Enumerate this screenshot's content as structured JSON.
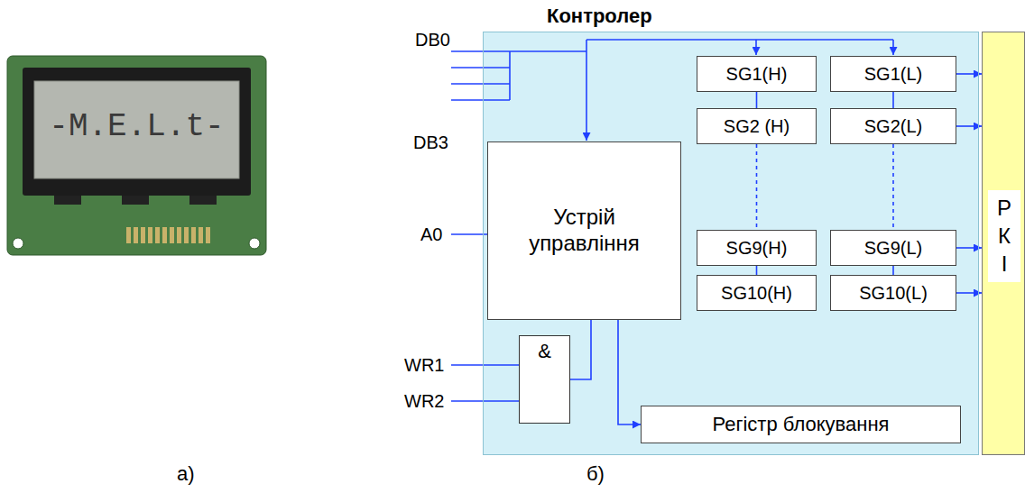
{
  "diagram": {
    "nodes": [
      {
        "text": [
          "Контролер"
        ]
      },
      {
        "text": [
          "SG1(H)"
        ],
        "in": 0
      },
      {
        "text": [
          "SG1(L)"
        ],
        "in": 0
      },
      {
        "text": [
          "Устрій управління"
        ],
        "in": 0
      },
      {
        "text": [
          "SG2 (H)"
        ],
        "in": 0
      },
      {
        "text": [
          "SG2(L)"
        ],
        "in": 0
      },
      {
        "text": [
          "SG9(H)"
        ],
        "in": 0
      },
      {
        "text": [
          "SG9(L)"
        ],
        "in": 0
      },
      {
        "text": [
          "SG10(H)"
        ],
        "in": 0
      },
      {
        "text": [
          "SG10(L)"
        ],
        "in": 0
      },
      {
        "text": [
          "&"
        ],
        "in": 0
      },
      {
        "text": [
          "Регістр блокування"
        ],
        "in": 0
      },
      {
        "text": [
          "Р К І"
        ]
      }
    ],
    "edges": [
      {
        "from": 1,
        "to": 4,
        "arrow": "none"
      },
      {
        "from": 4,
        "to": 6,
        "arrow": "none"
      },
      {
        "from": 6,
        "to": 8,
        "arrow": "none"
      },
      {
        "from": 2,
        "to": 5,
        "arrow": "none"
      },
      {
        "from": 5,
        "to": 7,
        "arrow": "none"
      },
      {
        "from": 7,
        "to": 9,
        "arrow": "none"
      },
      {
        "from": 2,
        "to": 12,
        "arrow": "to"
      },
      {
        "from": 5,
        "to": 12,
        "arrow": "to"
      },
      {
        "from": 7,
        "to": 12,
        "arrow": "to"
      },
      {
        "from": 9,
        "to": 12,
        "arrow": "to"
      },
      {
        "from": 10,
        "to": 3,
        "arrow": "none"
      },
      {
        "from": 3,
        "to": 11,
        "arrow": "to"
      }
    ],
    "labels": [
      "-M.E.L.t-",
      "DB0",
      "DB3",
      "A0",
      "WR1",
      "WR2",
      "а)",
      "б)"
    ]
  }
}
